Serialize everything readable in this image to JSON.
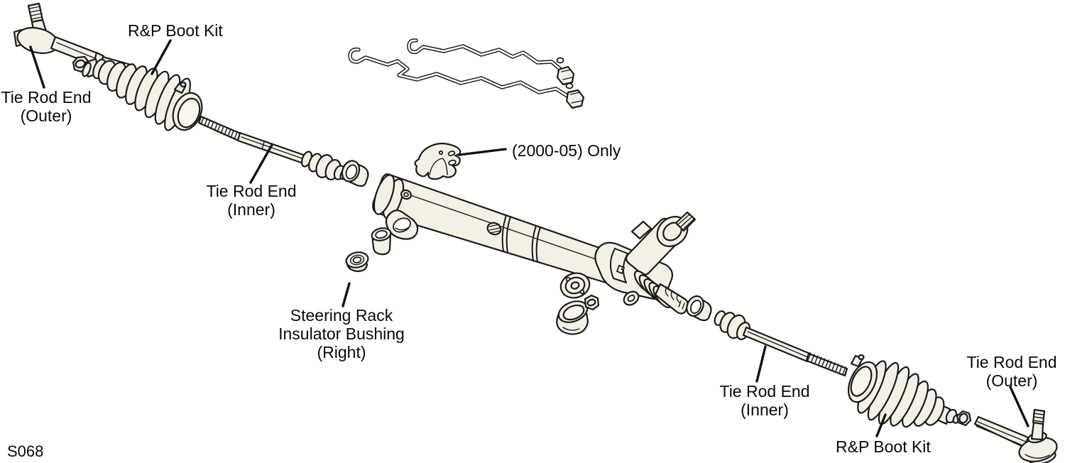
{
  "figure": {
    "code": "S068"
  },
  "colors": {
    "background": "#ffffff",
    "ink": "#1a1a1a",
    "part_fill": "#f3f0e5"
  },
  "labels": {
    "boot_kit_left": {
      "text": "R&P Boot Kit"
    },
    "tie_rod_outer_left": {
      "line1": "Tie Rod End",
      "line2": "(Outer)"
    },
    "tie_rod_inner_left": {
      "line1": "Tie Rod End",
      "line2": "(Inner)"
    },
    "bracket_note": {
      "text": "(2000-05) Only"
    },
    "insulator_bushing": {
      "line1": "Steering Rack",
      "line2": "Insulator Bushing",
      "line3": "(Right)"
    },
    "tie_rod_inner_right": {
      "line1": "Tie Rod End",
      "line2": "(Inner)"
    },
    "boot_kit_right": {
      "text": "R&P Boot Kit"
    },
    "tie_rod_outer_right": {
      "line1": "Tie Rod End",
      "line2": "(Outer)"
    }
  }
}
